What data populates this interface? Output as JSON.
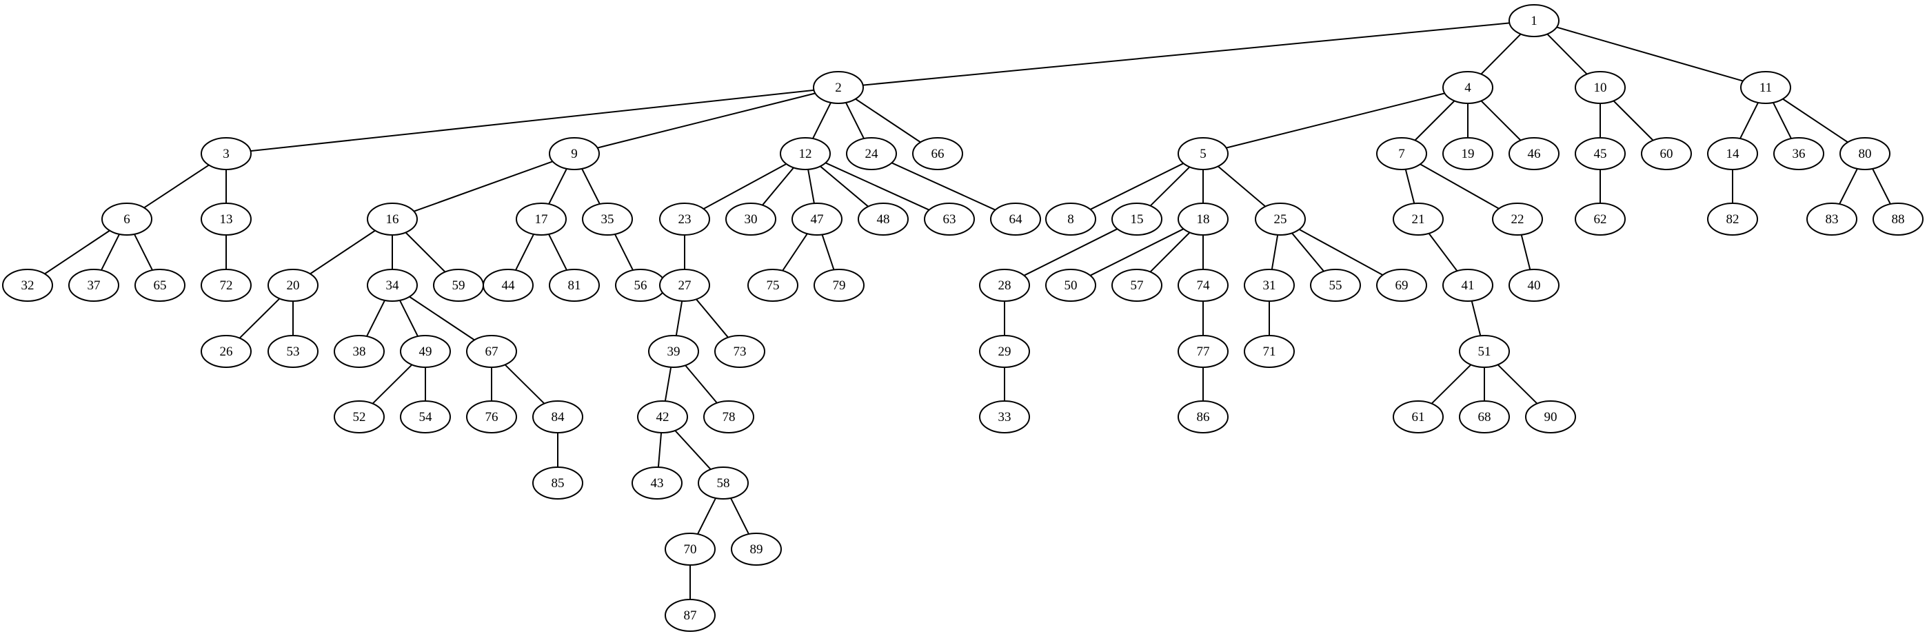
{
  "tree": {
    "nodes": [
      "1",
      "2",
      "4",
      "10",
      "11",
      "3",
      "9",
      "12",
      "24",
      "66",
      "5",
      "7",
      "19",
      "46",
      "45",
      "60",
      "14",
      "36",
      "80",
      "6",
      "13",
      "16",
      "17",
      "35",
      "23",
      "30",
      "47",
      "48",
      "63",
      "64",
      "8",
      "15",
      "18",
      "25",
      "21",
      "22",
      "62",
      "82",
      "83",
      "88",
      "32",
      "37",
      "65",
      "72",
      "20",
      "34",
      "59",
      "44",
      "81",
      "56",
      "27",
      "75",
      "79",
      "28",
      "50",
      "57",
      "74",
      "31",
      "55",
      "69",
      "41",
      "40",
      "26",
      "53",
      "38",
      "49",
      "67",
      "39",
      "73",
      "29",
      "77",
      "71",
      "51",
      "52",
      "54",
      "76",
      "84",
      "42",
      "78",
      "33",
      "86",
      "61",
      "68",
      "90",
      "85",
      "43",
      "58",
      "70",
      "89",
      "87"
    ],
    "edges": [
      [
        "1",
        "2"
      ],
      [
        "1",
        "4"
      ],
      [
        "1",
        "10"
      ],
      [
        "1",
        "11"
      ],
      [
        "2",
        "3"
      ],
      [
        "2",
        "9"
      ],
      [
        "2",
        "12"
      ],
      [
        "2",
        "24"
      ],
      [
        "2",
        "66"
      ],
      [
        "4",
        "5"
      ],
      [
        "4",
        "7"
      ],
      [
        "4",
        "19"
      ],
      [
        "4",
        "46"
      ],
      [
        "10",
        "45"
      ],
      [
        "10",
        "60"
      ],
      [
        "11",
        "14"
      ],
      [
        "11",
        "36"
      ],
      [
        "11",
        "80"
      ],
      [
        "3",
        "6"
      ],
      [
        "3",
        "13"
      ],
      [
        "9",
        "16"
      ],
      [
        "9",
        "17"
      ],
      [
        "9",
        "35"
      ],
      [
        "12",
        "23"
      ],
      [
        "12",
        "30"
      ],
      [
        "12",
        "47"
      ],
      [
        "12",
        "48"
      ],
      [
        "12",
        "63"
      ],
      [
        "24",
        "64"
      ],
      [
        "5",
        "8"
      ],
      [
        "5",
        "15"
      ],
      [
        "5",
        "18"
      ],
      [
        "5",
        "25"
      ],
      [
        "7",
        "21"
      ],
      [
        "7",
        "22"
      ],
      [
        "45",
        "62"
      ],
      [
        "14",
        "82"
      ],
      [
        "80",
        "83"
      ],
      [
        "80",
        "88"
      ],
      [
        "6",
        "32"
      ],
      [
        "6",
        "37"
      ],
      [
        "6",
        "65"
      ],
      [
        "13",
        "72"
      ],
      [
        "16",
        "20"
      ],
      [
        "16",
        "34"
      ],
      [
        "16",
        "59"
      ],
      [
        "17",
        "44"
      ],
      [
        "17",
        "81"
      ],
      [
        "35",
        "56"
      ],
      [
        "23",
        "27"
      ],
      [
        "47",
        "75"
      ],
      [
        "47",
        "79"
      ],
      [
        "15",
        "28"
      ],
      [
        "18",
        "50"
      ],
      [
        "18",
        "57"
      ],
      [
        "18",
        "74"
      ],
      [
        "25",
        "31"
      ],
      [
        "25",
        "55"
      ],
      [
        "25",
        "69"
      ],
      [
        "21",
        "41"
      ],
      [
        "22",
        "40"
      ],
      [
        "20",
        "26"
      ],
      [
        "20",
        "53"
      ],
      [
        "34",
        "38"
      ],
      [
        "34",
        "49"
      ],
      [
        "34",
        "67"
      ],
      [
        "27",
        "39"
      ],
      [
        "27",
        "73"
      ],
      [
        "28",
        "29"
      ],
      [
        "74",
        "77"
      ],
      [
        "31",
        "71"
      ],
      [
        "41",
        "51"
      ],
      [
        "49",
        "52"
      ],
      [
        "49",
        "54"
      ],
      [
        "67",
        "76"
      ],
      [
        "67",
        "84"
      ],
      [
        "39",
        "42"
      ],
      [
        "39",
        "78"
      ],
      [
        "29",
        "33"
      ],
      [
        "77",
        "86"
      ],
      [
        "51",
        "61"
      ],
      [
        "51",
        "68"
      ],
      [
        "51",
        "90"
      ],
      [
        "84",
        "85"
      ],
      [
        "42",
        "43"
      ],
      [
        "42",
        "58"
      ],
      [
        "58",
        "70"
      ],
      [
        "58",
        "89"
      ],
      [
        "70",
        "87"
      ]
    ]
  }
}
